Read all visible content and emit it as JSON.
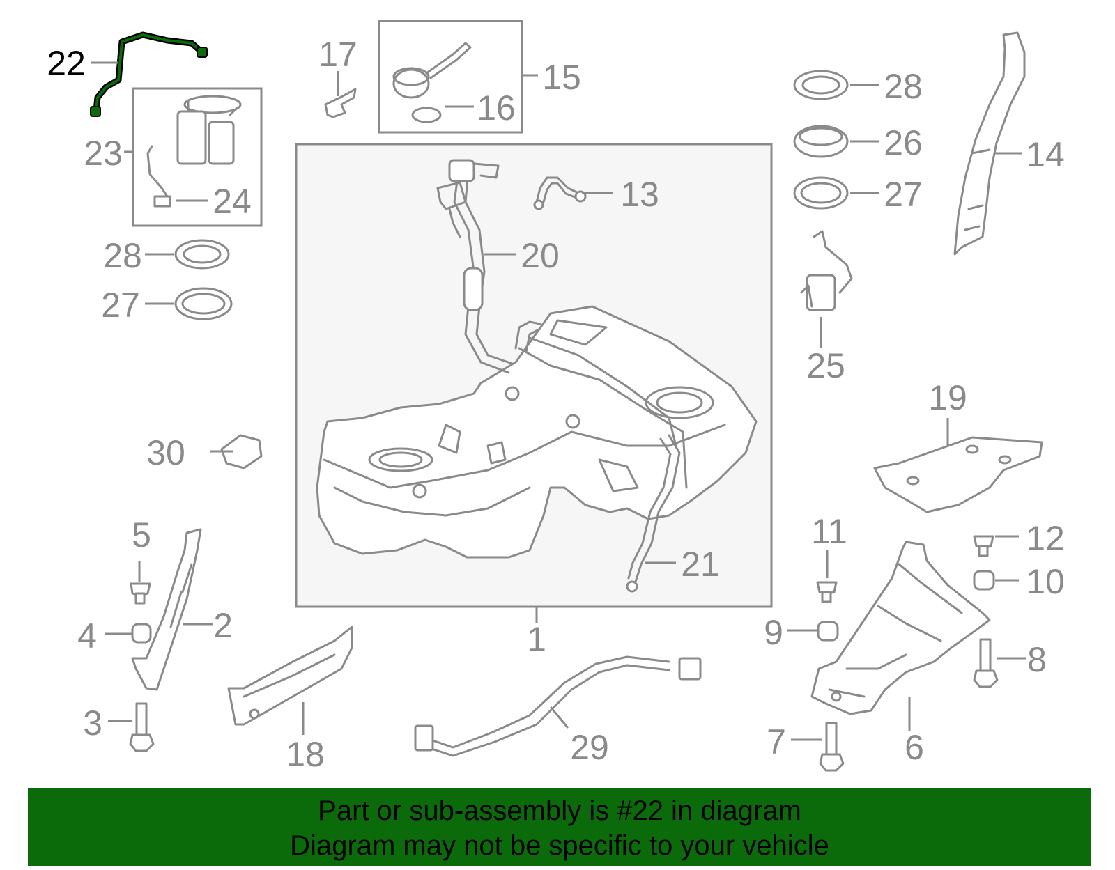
{
  "diagram": {
    "highlight_part": "22",
    "highlight_color": "#0b6b0b",
    "callout_color": "#8a8a8a",
    "callouts": {
      "c1": "1",
      "c2": "2",
      "c3": "3",
      "c4": "4",
      "c5": "5",
      "c6": "6",
      "c7": "7",
      "c8": "8",
      "c9": "9",
      "c10": "10",
      "c11": "11",
      "c12": "12",
      "c13": "13",
      "c14": "14",
      "c15": "15",
      "c16": "16",
      "c17": "17",
      "c18": "18",
      "c19": "19",
      "c20": "20",
      "c21": "21",
      "c22": "22",
      "c23": "23",
      "c24": "24",
      "c25": "25",
      "c26": "26",
      "c27a": "27",
      "c27b": "27",
      "c28a": "28",
      "c28b": "28",
      "c29": "29",
      "c30": "30"
    }
  },
  "banner": {
    "line1": "Part or sub-assembly is #22 in diagram",
    "line2": "Diagram may not be specific to your vehicle",
    "background": "#0b6b0b"
  }
}
